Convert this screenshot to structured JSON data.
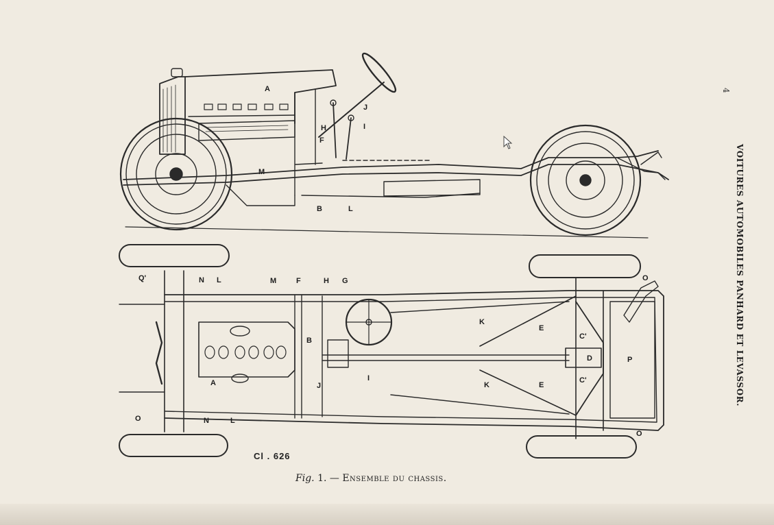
{
  "page_number": "4",
  "running_head": "VOITURES AUTOMOBILES PANHARD ET LEVASSOR.",
  "caption": {
    "fig_label": "Fig.",
    "fig_number": "1.",
    "dash": "—",
    "title": "Ensemble du chassis."
  },
  "reference_code": "Cl . 626",
  "side_view_labels": [
    "A",
    "J",
    "H",
    "I",
    "F",
    "M",
    "B",
    "L"
  ],
  "plan_view_labels": [
    "Q'",
    "N",
    "L",
    "M",
    "F",
    "H",
    "G",
    "O",
    "K",
    "E",
    "C'",
    "D",
    "P",
    "B",
    "A",
    "J",
    "I",
    "K",
    "E",
    "C'",
    "O",
    "N",
    "L",
    "O"
  ],
  "colors": {
    "paper": "#f0ebe1",
    "ink": "#1d1d1d"
  },
  "icons": {
    "cursor": "mouse-pointer-icon"
  }
}
